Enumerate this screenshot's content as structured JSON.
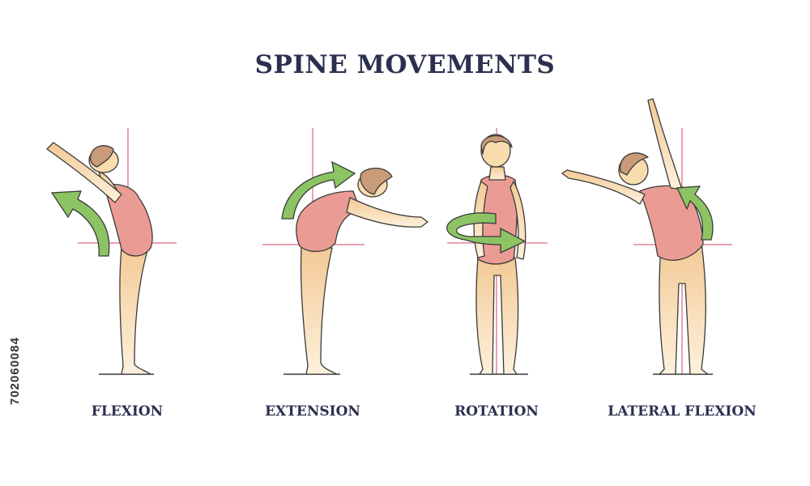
{
  "title": "SPINE MOVEMENTS",
  "figures": [
    {
      "label": "FLEXION"
    },
    {
      "label": "EXTENSION"
    },
    {
      "label": "ROTATION"
    },
    {
      "label": "LATERAL FLEXION"
    }
  ],
  "stock_id": "702060084",
  "colors": {
    "title": "#2c3050",
    "skin": "#f8dcae",
    "swimsuit": "#ea9c94",
    "hair": "#c99b79",
    "arrow": "#8cc464",
    "axis": "#d9455f",
    "outline": "#3a3a3a"
  },
  "icons": [
    "curved-arrow-icon",
    "rotation-arrow-icon"
  ]
}
